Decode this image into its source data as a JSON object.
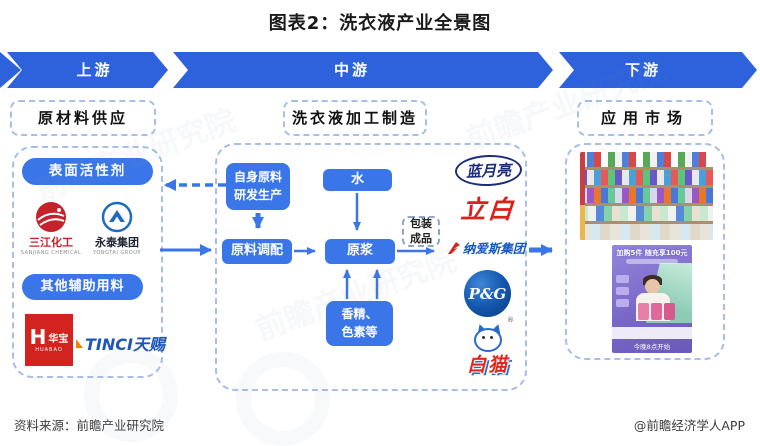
{
  "title": "图表2：洗衣液产业全景图",
  "banner": {
    "upstream": "上游",
    "midstream": "中游",
    "downstream": "下游"
  },
  "upstream": {
    "header": "原材料供应",
    "category_surfactant": "表面活性剂",
    "category_auxiliary": "其他辅助用料",
    "logos": {
      "sanjiang": {
        "name": "三江化工",
        "sub": "SANJIANG CHEMICAL"
      },
      "yongtai": {
        "name": "永泰集团",
        "sub": "YONGTAI GROUP"
      },
      "huabao": {
        "h": "H",
        "name": "华宝",
        "sub": "HUABAO"
      },
      "tinci": {
        "name": "TINCI天赐"
      }
    }
  },
  "midstream": {
    "header": "洗衣液加工制造",
    "nodes": {
      "self_rd": "自身原料研发生产",
      "blending": "原料调配",
      "water": "水",
      "slurry": "原浆",
      "additives": "香精、色素等",
      "packaging": "包装成品"
    },
    "brands": {
      "bluemoon": "蓝月亮",
      "liby": "立白",
      "nice": "纳爱斯集团",
      "pg": "P&G",
      "whitecat": "白猫",
      "whitecat_reg": "®"
    }
  },
  "downstream": {
    "header": "应用市场",
    "promo": {
      "headline": "加购5件 随充享100元",
      "footer": "今晚8点开始"
    }
  },
  "footer": {
    "source": "资料来源：前瞻产业研究院",
    "credit": "@前瞻经济学人APP"
  },
  "watermark": "前瞻产业研究院",
  "colors": {
    "banner_blue": "#2D62DC",
    "node_blue": "#3B76E8",
    "dashed_border": "#A6BEE8",
    "bluemoon_navy": "#1D2D78",
    "liby_red": "#D6241C",
    "nice_blue": "#1759C0",
    "pg_blue": "#12459B",
    "whitecat_red": "#E0281E",
    "tinci_blue": "#1B56B8",
    "huabao_red": "#D2231F",
    "sanjiang_red": "#C4232B",
    "yongtai_blue": "#1F6BBF"
  }
}
